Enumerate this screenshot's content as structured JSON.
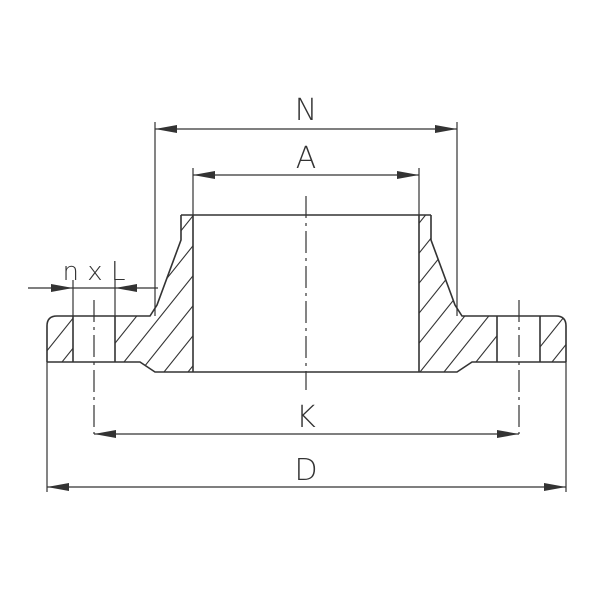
{
  "diagram": {
    "subject": "Weld neck flange cross-section",
    "colors": {
      "line": "#333333",
      "background": "#ffffff"
    },
    "dimensions": {
      "N": {
        "label": "N",
        "meaning": "hub outer diameter at base"
      },
      "A": {
        "label": "A",
        "meaning": "hub outer diameter at weld end"
      },
      "nxL": {
        "label": "n x L",
        "meaning": "number of bolt holes x bolt hole diameter"
      },
      "K": {
        "label": "K",
        "meaning": "bolt circle diameter"
      },
      "D": {
        "label": "D",
        "meaning": "flange outer diameter"
      }
    }
  }
}
